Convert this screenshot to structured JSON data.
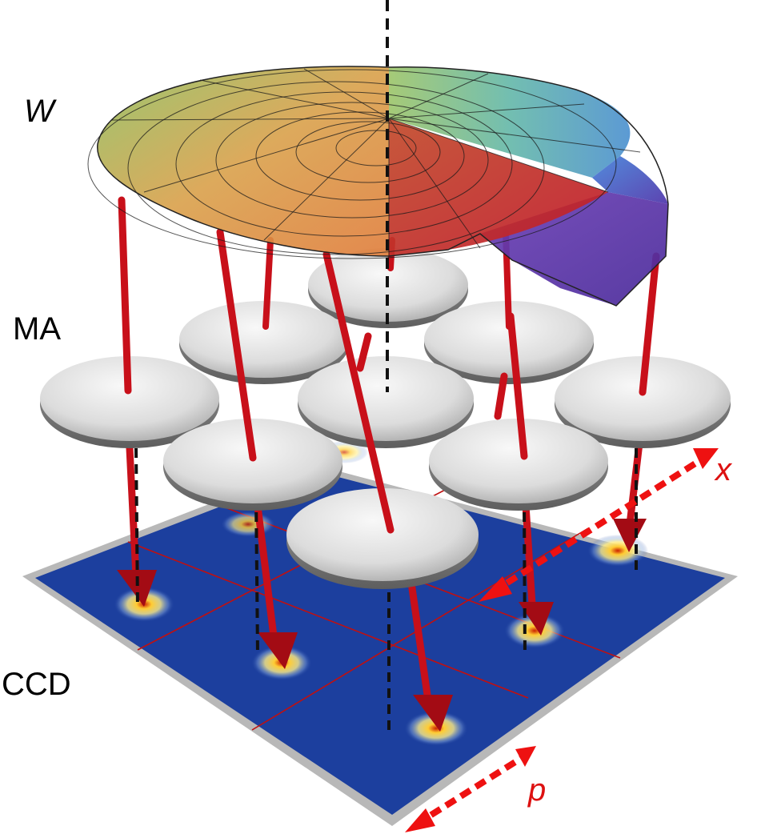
{
  "labels": {
    "wavefront": "W",
    "microlens_array": "MA",
    "detector": "CCD",
    "axis_x": "x",
    "axis_p": "p"
  },
  "colors": {
    "ray": "#c8101a",
    "axis_arrow": "#ee1111",
    "ccd_blue": "#1c3f9e",
    "ccd_frame": "#b8b8b8",
    "grid_line": "#c01010",
    "lens": "#dcdcdc",
    "label_text": "#000000",
    "axis_label": "#dd1111"
  },
  "icons": [
    "microlens-disc",
    "ray-arrow",
    "focal-spot",
    "optical-axis"
  ]
}
